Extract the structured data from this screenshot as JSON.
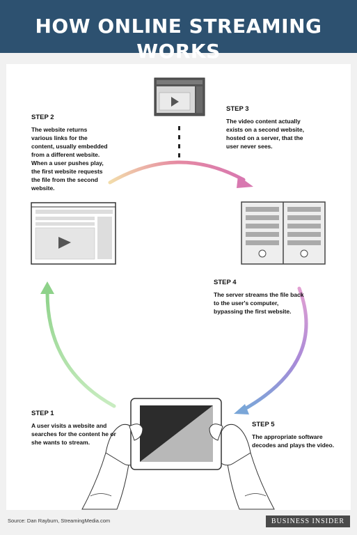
{
  "title": "HOW ONLINE STREAMING WORKS",
  "steps": [
    {
      "title": "STEP 1",
      "body": "A user visits a website and searches for the content he or she wants to stream."
    },
    {
      "title": "STEP 2",
      "body": "The website returns various links for the content, usually embedded from a different website. When a user pushes play, the first website requests the file from the second website."
    },
    {
      "title": "STEP 3",
      "body": "The video content actually exists on a second website, hosted on a server, that the user never sees."
    },
    {
      "title": "STEP 4",
      "body": "The server streams the file back to the user's computer, bypassing the first website."
    },
    {
      "title": "STEP 5",
      "body": "The appropriate software decodes and plays the video."
    }
  ],
  "source": "Source: Dan Rayburn, StreamingMedia.com",
  "brand": "BUSINESS INSIDER",
  "colors": {
    "header": "#2d5170",
    "arrow_green": "#9fd890",
    "arrow_pink": "#e07aa0",
    "arrow_purple": "#a98ad8",
    "arrow_blue": "#7aa6d8"
  }
}
